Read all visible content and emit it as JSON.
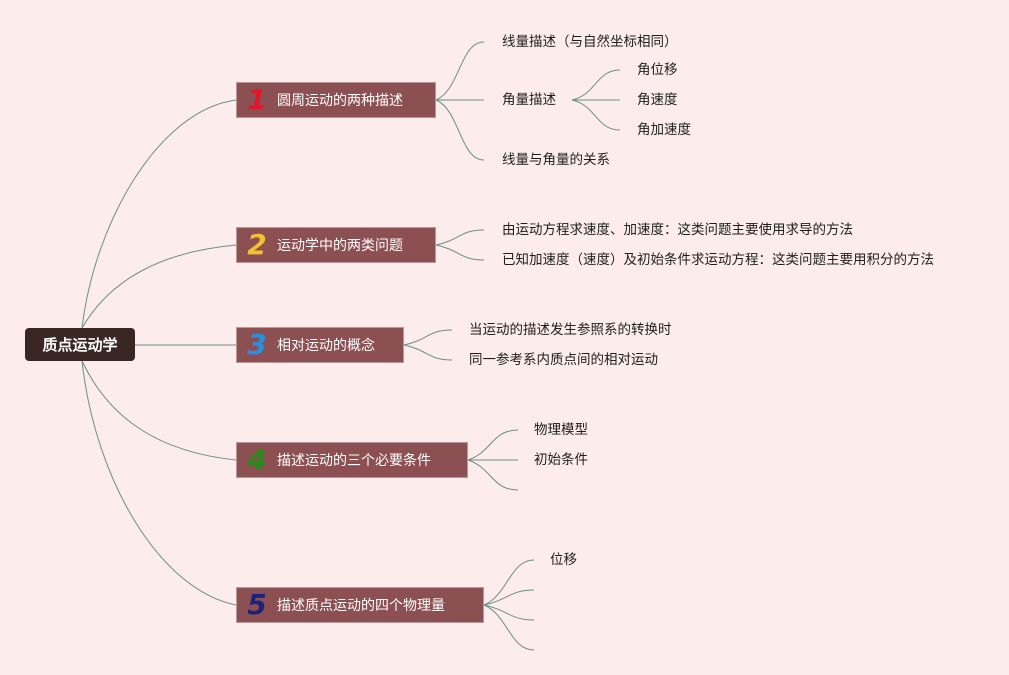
{
  "root": {
    "label": "质点运动学"
  },
  "topics": [
    {
      "number": "1",
      "number_color": "#e0162b",
      "label": "圆周运动的两种描述",
      "children": [
        {
          "label": "线量描述（与自然坐标相同）"
        },
        {
          "label": "角量描述",
          "children": [
            "角位移",
            "角速度",
            "角加速度"
          ]
        },
        {
          "label": "线量与角量的关系"
        }
      ]
    },
    {
      "number": "2",
      "number_color": "#f2c230",
      "label": "运动学中的两类问题",
      "children": [
        {
          "label": "由运动方程求速度、加速度：这类问题主要使用求导的方法"
        },
        {
          "label": "已知加速度（速度）及初始条件求运动方程：这类问题主要用积分的方法"
        }
      ]
    },
    {
      "number": "3",
      "number_color": "#2b8fe0",
      "label": "相对运动的概念",
      "children": [
        {
          "label": "当运动的描述发生参照系的转换时"
        },
        {
          "label": "同一参考系内质点间的相对运动"
        }
      ]
    },
    {
      "number": "4",
      "number_color": "#2a8a1e",
      "label": "描述运动的三个必要条件",
      "children": [
        {
          "label": "物理模型"
        },
        {
          "label": "初始条件"
        },
        {
          "label": ""
        }
      ]
    },
    {
      "number": "5",
      "number_color": "#1a237e",
      "label": "描述质点运动的四个物理量",
      "children": [
        {
          "label": "位移"
        },
        {
          "label": ""
        },
        {
          "label": ""
        },
        {
          "label": ""
        }
      ]
    }
  ],
  "colors": {
    "background": "#fcecec",
    "root_fill": "#3b2626",
    "topic_fill": "#8c4f52",
    "connector": "#6b8f86"
  }
}
